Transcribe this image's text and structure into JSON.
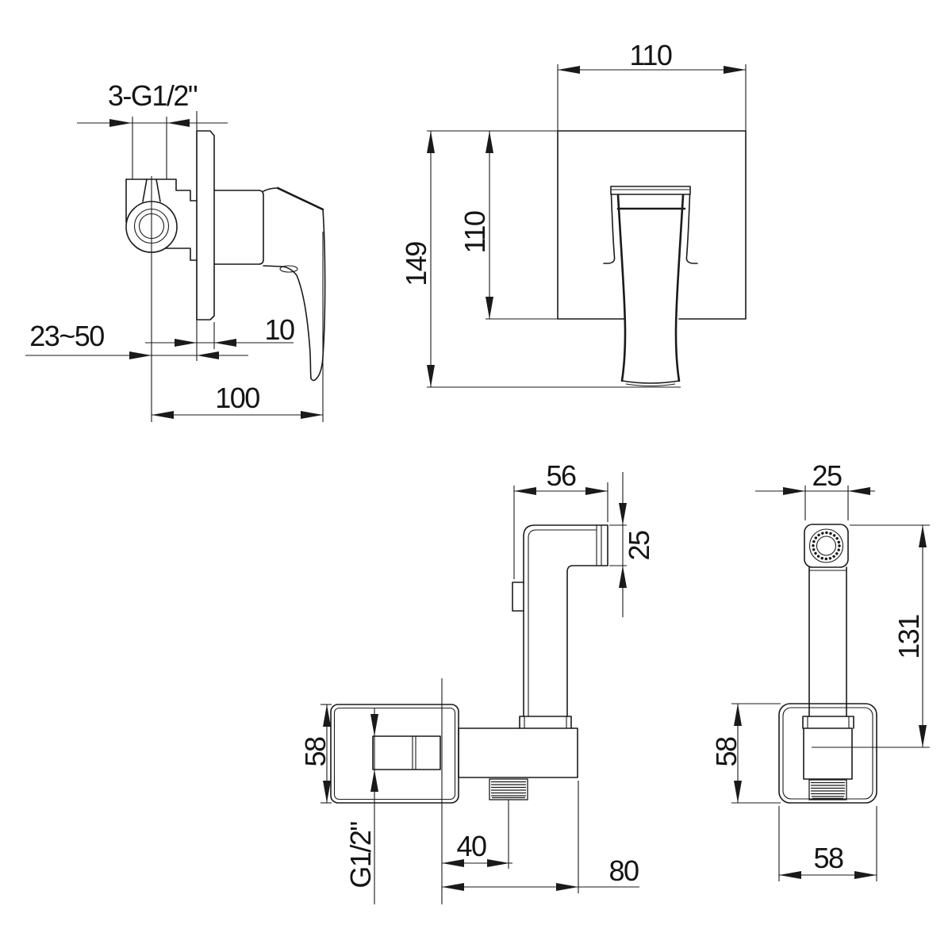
{
  "colors": {
    "line": "#1a1a1a",
    "background": "#ffffff"
  },
  "mixer_side_view": {
    "thread_label": "3-G1/2\"",
    "wall_depth_range": "23~50",
    "plate_thickness": "10",
    "body_length": "100"
  },
  "mixer_front_view": {
    "plate_width": "110",
    "overall_height": "149",
    "plate_height": "110"
  },
  "sprayer_side_view": {
    "head_depth": "56",
    "head_height": "25",
    "plate_height": "58",
    "inlet_thread": "G1/2\"",
    "outlet_offset": "40",
    "overall_depth": "80"
  },
  "sprayer_front_view": {
    "head_width": "25",
    "handle_length": "131",
    "plate_height": "58",
    "plate_width": "58"
  }
}
